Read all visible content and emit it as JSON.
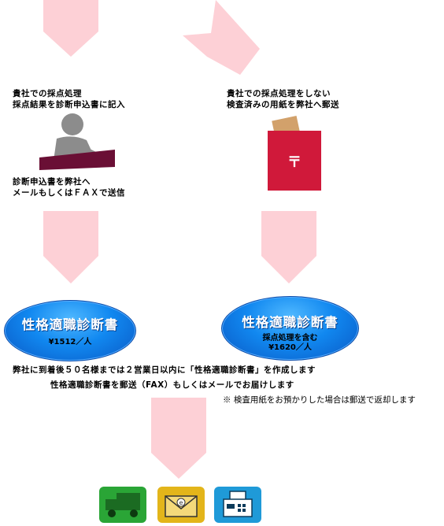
{
  "left_column": {
    "scoring_note": [
      "貴社での採点処理",
      "採点結果を診断申込書に記入"
    ],
    "send_note": [
      "診断申込書を弊社へ",
      "メールもしくはＦＡＸで送信"
    ]
  },
  "right_column": {
    "scoring_note": [
      "貴社での採点処理をしない",
      "検査済みの用紙を弊社へ郵送"
    ],
    "mailbox_symbol": "〒"
  },
  "report_left": {
    "title": "性格適職診断書",
    "price": "¥1512／人"
  },
  "report_right": {
    "title": "性格適職診断書",
    "sub": "採点処理を含む",
    "price": "¥1620／人"
  },
  "summary": {
    "line1": "弊社に到着後５０名様までは２営業日以内に「性格適職診断書」を作成します",
    "line2": "性格適職診断書を郵送（FAX）もしくはメールでお届けします",
    "note": "※ 検査用紙をお預かりした場合は郵送で返却します"
  },
  "delivery_icons": [
    "truck-icon",
    "email-envelope-icon",
    "fax-icon"
  ],
  "colors": {
    "arrow": "#fdd0d6",
    "pill_blue": "#1188f0",
    "person_gray": "#8c8c8c",
    "desk": "#6a0f35",
    "mailbox_red": "#d0193a",
    "envelope_brown": "#d2a16b",
    "truck_tile": "#2aa536",
    "envelope_tile": "#e3b51a",
    "fax_tile": "#1f9ad8"
  }
}
